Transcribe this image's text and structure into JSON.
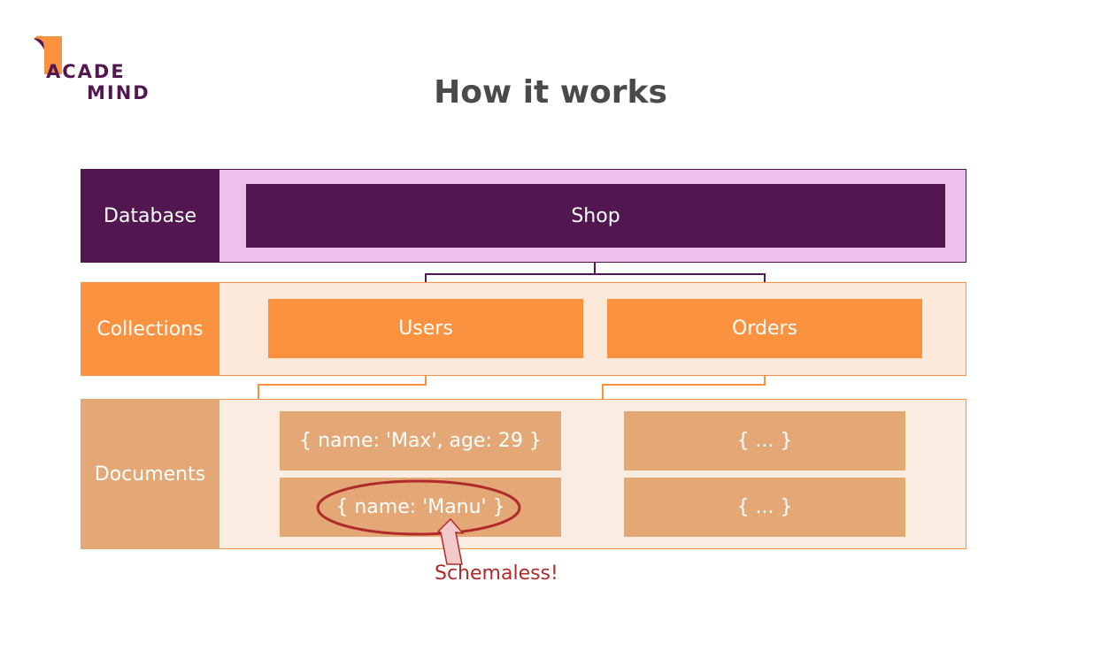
{
  "logo": {
    "line1": "ACADE",
    "line2": "MIND"
  },
  "title": "How it works",
  "rows": {
    "database": {
      "label": "Database"
    },
    "collections": {
      "label": "Collections"
    },
    "documents": {
      "label": "Documents"
    }
  },
  "database": {
    "name": "Shop"
  },
  "collections": [
    "Users",
    "Orders"
  ],
  "documents": {
    "users": [
      "{ name: 'Max', age: 29 }",
      "{ name: 'Manu' }"
    ],
    "orders": [
      "{ ... }",
      "{ ... }"
    ]
  },
  "annotation": {
    "text": "Schemaless!"
  },
  "colors": {
    "purple": "#521751",
    "purple_light": "#ecc0ea",
    "orange": "#fa923f",
    "orange_light": "#fde9d9",
    "tan": "#e3a876",
    "tan_light": "#fbece1",
    "note_red": "#b12a2a"
  }
}
